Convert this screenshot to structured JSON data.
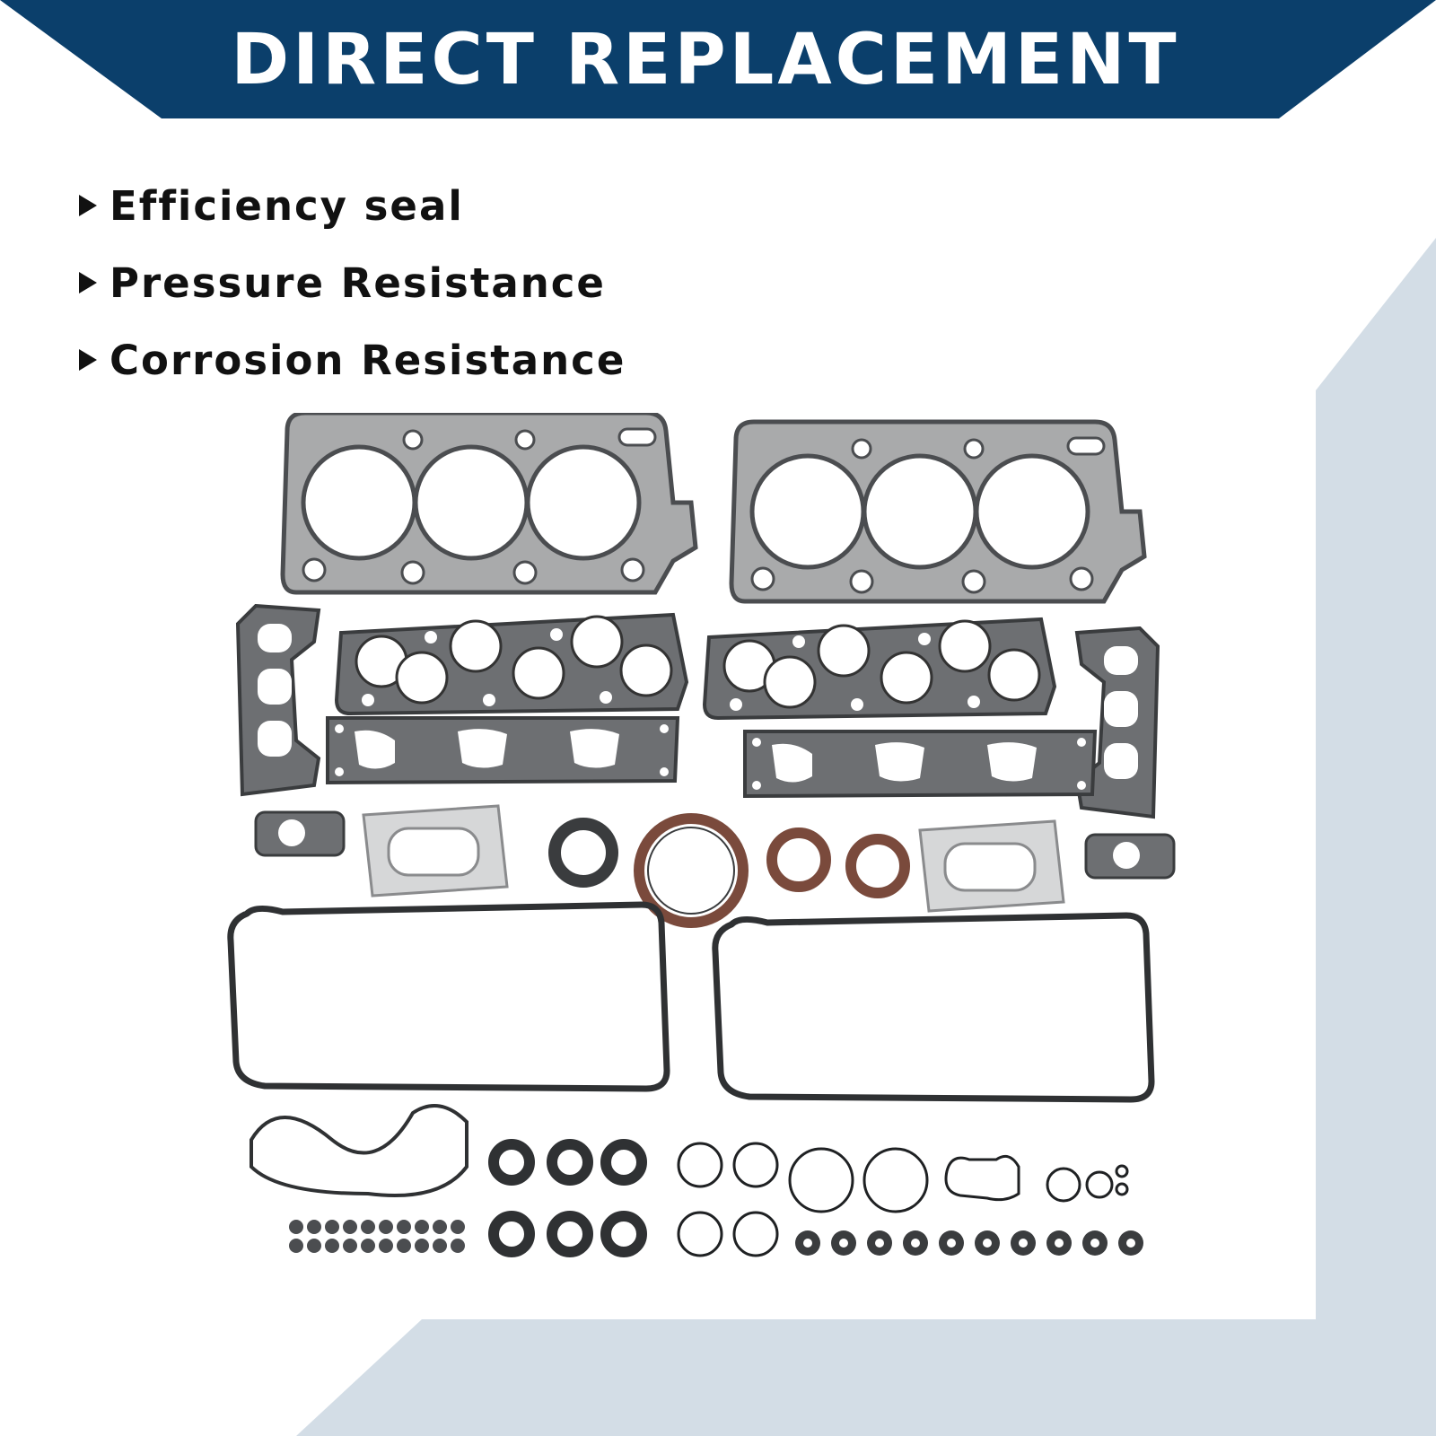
{
  "banner": {
    "title": "DIRECT REPLACEMENT"
  },
  "features": [
    {
      "label": "Efficiency seal"
    },
    {
      "label": "Pressure Resistance"
    },
    {
      "label": "Corrosion Resistance"
    }
  ],
  "colors": {
    "banner": "#0b3f6b",
    "accent_band": "#d3dde6",
    "text": "#111111",
    "gasket_steel": "#a9aaab",
    "gasket_dark": "#4b4d50",
    "seal_brown": "#7a4a3c"
  },
  "icons": {
    "bullet": "triangle-right-icon"
  }
}
